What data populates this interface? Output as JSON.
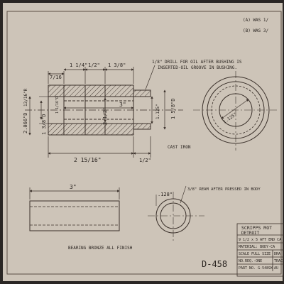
{
  "revisions": {
    "a": "(A) WAS 1/",
    "b": "(B) WAS 3/"
  },
  "notes": {
    "drill": "1/8\" DRILL FOR OIL AFTER BUSHING IS",
    "drill2": "INSERTED-OIL GROOVE IN BUSHING.",
    "ream": "3/8\" REAM AFTER PRESSED IN BODY",
    "cast_iron": "CAST IRON",
    "bearing": "BEARING BRONZE ALL FINISH"
  },
  "dimensions": {
    "top_left": "7/16",
    "top_1": "1 1/4\"",
    "top_2": "1/2\"",
    "top_3": "1 3/8\"",
    "bore": "3\"",
    "inner_dia": "2 1/2\"",
    "left_dia": "2.066\"D",
    "left_small": "1 3/8\"D",
    "left_r": "13/16\"R",
    "left_r2": "1 1/16\"D",
    "right_dia": "1 5/8\"D",
    "right_small": "1.125\"",
    "end_view_dia": "1.125\"",
    "bottom_length": "2 15/16\"",
    "bottom_small": "1/2\"",
    "bushing_length": "3\"",
    "bushing_wall": ".128\""
  },
  "title_block": {
    "company": "SCRIPPS MOT",
    "city": "DETROIT",
    "rows": [
      {
        "label": "9 1/2 x 5 AFT END CA",
        "value": ""
      },
      {
        "label": "MATERIAL: BODY-CA",
        "value": ""
      },
      {
        "label": "SCALE FULL SIZE",
        "value": "DRA"
      },
      {
        "label": "NO.REQ.-ONE",
        "value": "TRAC"
      },
      {
        "label": "PART NO. G-5489X",
        "value": "AU"
      }
    ]
  },
  "drawing_number": "D-458"
}
